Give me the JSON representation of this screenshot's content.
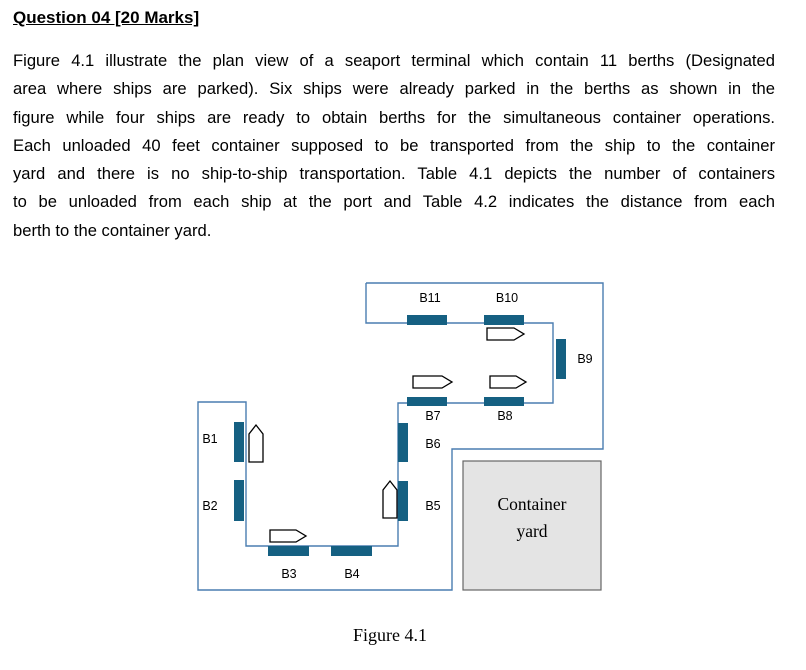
{
  "question": {
    "heading": "Question 04 [20 Marks]",
    "lines": [
      "Figure 4.1 illustrate the plan view of a seaport terminal which contain 11 berths (Designated",
      "area where ships are parked). Six ships were already parked in the berths as shown in the",
      "figure while four ships are ready to obtain berths for the simultaneous container operations.",
      "Each unloaded 40 feet container supposed to be transported from the ship to the container",
      "yard and there is no ship-to-ship transportation. Table 4.1 depicts the number of containers",
      "to be unloaded from each ship at the port and Table 4.2 indicates the distance from each",
      "berth to the container yard."
    ]
  },
  "figure": {
    "berths": {
      "b1": "B1",
      "b2": "B2",
      "b3": "B3",
      "b4": "B4",
      "b5": "B5",
      "b6": "B6",
      "b7": "B7",
      "b8": "B8",
      "b9": "B9",
      "b10": "B10",
      "b11": "B11"
    },
    "container_yard": [
      "Container",
      "yard"
    ],
    "caption": "Figure 4.1",
    "colors": {
      "berth": "#156082",
      "outline": "#4a7db0",
      "yard_fill": "#e4e4e4",
      "yard_stroke": "#666666"
    }
  }
}
